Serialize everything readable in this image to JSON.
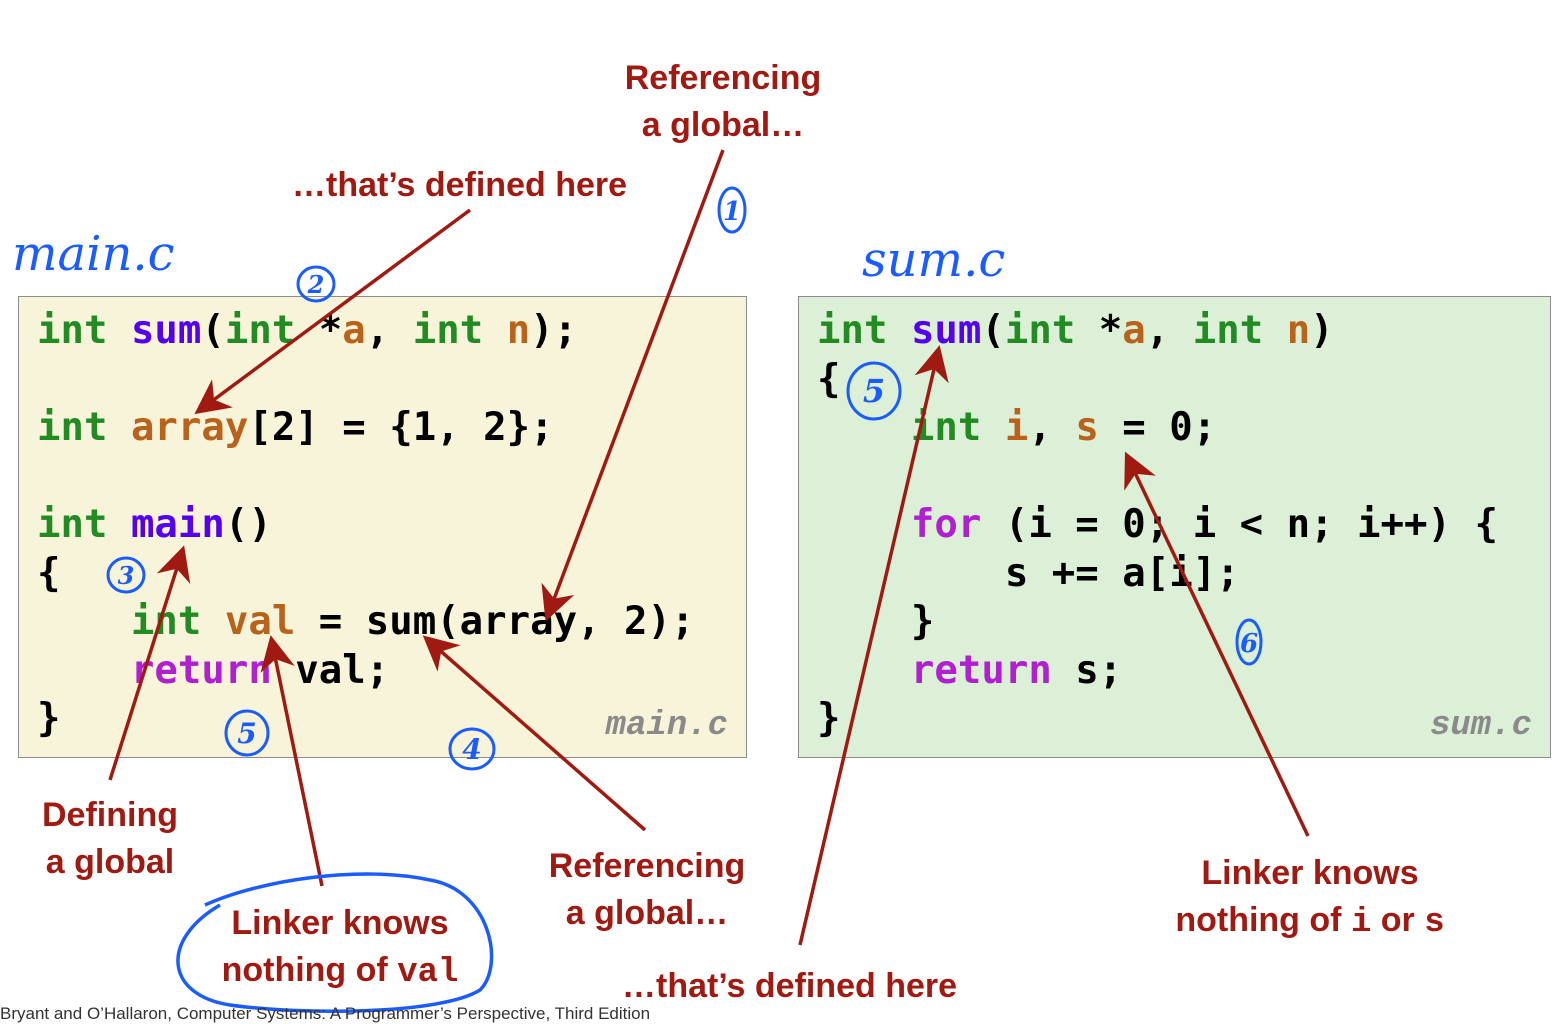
{
  "main_file": {
    "handwritten_name": "main.c",
    "label": "main.c",
    "lines": [
      [
        "int",
        "sum",
        "(",
        "int",
        " *",
        "a",
        ", ",
        "int",
        " ",
        "n",
        ");"
      ],
      [],
      [
        "int",
        " ",
        "array",
        "[2] = {1, 2};"
      ],
      [],
      [
        "int",
        " ",
        "main",
        "()"
      ],
      [
        "{"
      ],
      [
        "    ",
        "int",
        " ",
        "val",
        " = sum(array, 2);"
      ],
      [
        "    ",
        "return",
        " val;"
      ],
      [
        "}"
      ]
    ]
  },
  "sum_file": {
    "handwritten_name": "sum.c",
    "label": "sum.c"
  },
  "annotations": {
    "referencing_top": [
      "Referencing",
      "a global…"
    ],
    "defined_here_top": "…that’s defined here",
    "defining_global": [
      "Defining",
      "a global"
    ],
    "referencing_bottom": [
      "Referencing",
      "a global…"
    ],
    "defined_here_bottom": "…that’s defined here",
    "linker_val_prefix": "nothing of ",
    "linker_val_line1": "Linker knows",
    "linker_val_code": "val",
    "linker_is_line1": "Linker knows",
    "linker_is_prefix": "nothing of ",
    "linker_is_i": "i",
    "linker_is_or": " or ",
    "linker_is_s": "s"
  },
  "handwritten_numbers": [
    "1",
    "2",
    "3",
    "4",
    "5",
    "5",
    "6"
  ],
  "footer": "Bryant and O’Hallaron, Computer Systems: A Programmer’s Perspective, Third Edition",
  "colors": {
    "keyword": "#228b22",
    "function": "#5500ee",
    "variable": "#b8621b",
    "return": "#b020d0",
    "annotation": "#a11a12",
    "ink": "#1a5cff"
  }
}
